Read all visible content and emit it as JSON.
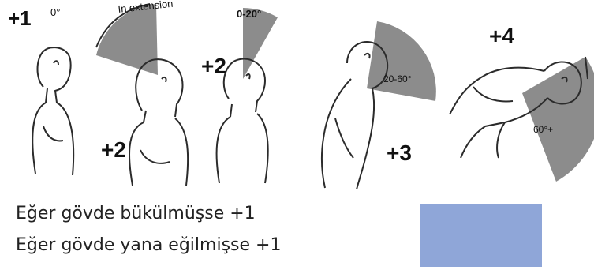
{
  "diagram": {
    "figures": [
      {
        "score": "+1",
        "angle": "0°"
      },
      {
        "score": "+2",
        "angle": "In extension"
      },
      {
        "score": "+2",
        "angle": "0-20°"
      },
      {
        "score": "+3",
        "angle": "20-60°"
      },
      {
        "score": "+4",
        "angle": "60°+"
      }
    ],
    "notes": [
      "Eğer gövde bükülmüşse +1",
      "Eğer gövde yana eğilmişse +1"
    ],
    "colors": {
      "sector_fill": "#8c8c8c",
      "line": "#2b2b2b",
      "box_fill": "#8fa6d8"
    }
  }
}
